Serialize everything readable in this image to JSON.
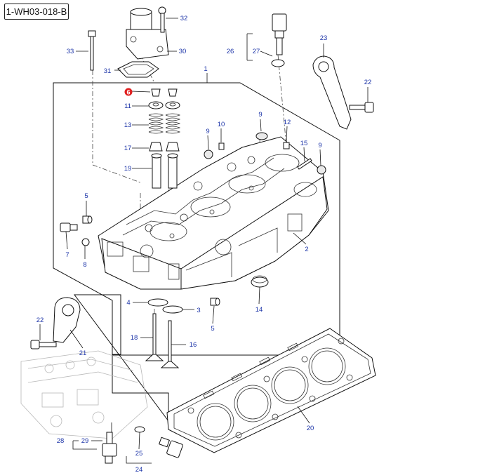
{
  "diagram": {
    "reference_code": "1-WH03-018-B",
    "highlight_color": "#e02020",
    "callout_color": "#1c34a8",
    "callouts": [
      {
        "id": "c1",
        "label": "1"
      },
      {
        "id": "c2",
        "label": "2"
      },
      {
        "id": "c3",
        "label": "3"
      },
      {
        "id": "c4",
        "label": "4"
      },
      {
        "id": "c5a",
        "label": "5"
      },
      {
        "id": "c5b",
        "label": "5"
      },
      {
        "id": "c6",
        "label": "6",
        "highlighted": true
      },
      {
        "id": "c7",
        "label": "7"
      },
      {
        "id": "c8",
        "label": "8"
      },
      {
        "id": "c9a",
        "label": "9"
      },
      {
        "id": "c9b",
        "label": "9"
      },
      {
        "id": "c9c",
        "label": "9"
      },
      {
        "id": "c10",
        "label": "10"
      },
      {
        "id": "c11",
        "label": "11"
      },
      {
        "id": "c12",
        "label": "12"
      },
      {
        "id": "c13",
        "label": "13"
      },
      {
        "id": "c14",
        "label": "14"
      },
      {
        "id": "c15",
        "label": "15"
      },
      {
        "id": "c16",
        "label": "16"
      },
      {
        "id": "c17",
        "label": "17"
      },
      {
        "id": "c18",
        "label": "18"
      },
      {
        "id": "c19",
        "label": "19"
      },
      {
        "id": "c20",
        "label": "20"
      },
      {
        "id": "c21",
        "label": "21"
      },
      {
        "id": "c22a",
        "label": "22"
      },
      {
        "id": "c22b",
        "label": "22"
      },
      {
        "id": "c23",
        "label": "23"
      },
      {
        "id": "c24",
        "label": "24"
      },
      {
        "id": "c25",
        "label": "25"
      },
      {
        "id": "c26",
        "label": "26"
      },
      {
        "id": "c27",
        "label": "27"
      },
      {
        "id": "c28",
        "label": "28"
      },
      {
        "id": "c29",
        "label": "29"
      },
      {
        "id": "c30",
        "label": "30"
      },
      {
        "id": "c31",
        "label": "31"
      },
      {
        "id": "c32",
        "label": "32"
      },
      {
        "id": "c33",
        "label": "33"
      }
    ]
  }
}
